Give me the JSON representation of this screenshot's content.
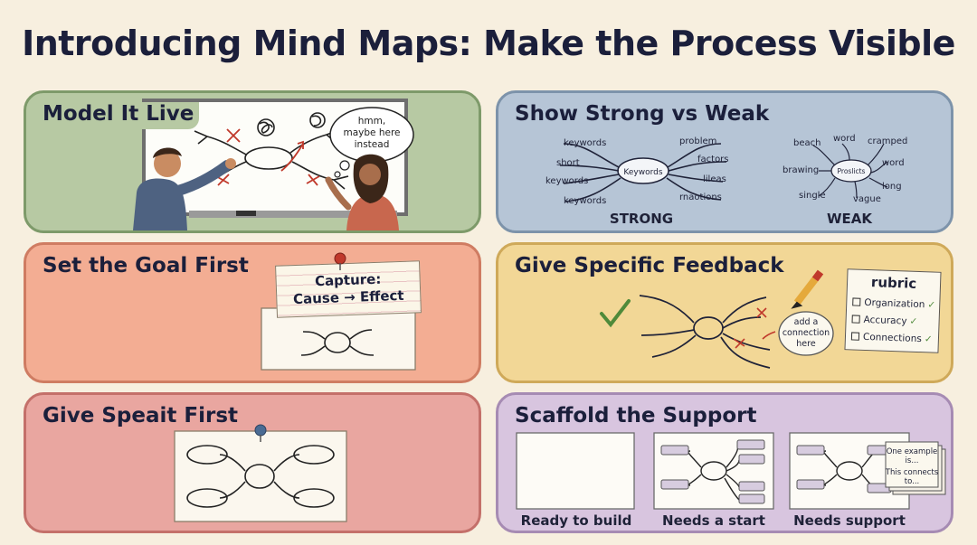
{
  "title": "Introducing Mind Maps: Make the Process Visible",
  "panels": {
    "model": {
      "title": "Model It Live",
      "speech": [
        "hmm,",
        "maybe here",
        "instead"
      ]
    },
    "strong_weak": {
      "title": "Show Strong vs Weak",
      "strong": {
        "center": "Keywords",
        "left": [
          "keywords",
          "short",
          "keywords",
          "keywords"
        ],
        "right": [
          "problem",
          "factors",
          "lileas",
          "rnaotions"
        ],
        "caption": "STRONG"
      },
      "weak": {
        "center": "Proslicts",
        "words": [
          "beach",
          "word",
          "cramped",
          "brawing",
          "word",
          "single",
          "vague",
          "long"
        ],
        "caption": "WEAK"
      }
    },
    "goal": {
      "title": "Set the Goal First",
      "note_line1": "Capture:",
      "note_line2": "Cause → Effect"
    },
    "feedback": {
      "title": "Give Specific Feedback",
      "bubble": [
        "add a",
        "connection",
        "here"
      ],
      "rubric": {
        "title": "rubric",
        "items": [
          "Organization",
          "Accuracy",
          "Connections"
        ]
      }
    },
    "speak": {
      "title": "Give Speait First"
    },
    "scaffold": {
      "title": "Scaffold the Support",
      "captions": [
        "Ready to build",
        "Needs a start",
        "Needs support"
      ],
      "card": [
        "One example",
        "is...",
        "This connects",
        "to..."
      ]
    }
  },
  "colors": {
    "green": "#b7c9a3",
    "blue": "#b6c5d6",
    "orange": "#f3ad93",
    "yellow": "#f2d796",
    "red": "#e9a6a0",
    "purple": "#d8c5df",
    "check": "#4f8a3a",
    "mark": "#c0392b"
  }
}
